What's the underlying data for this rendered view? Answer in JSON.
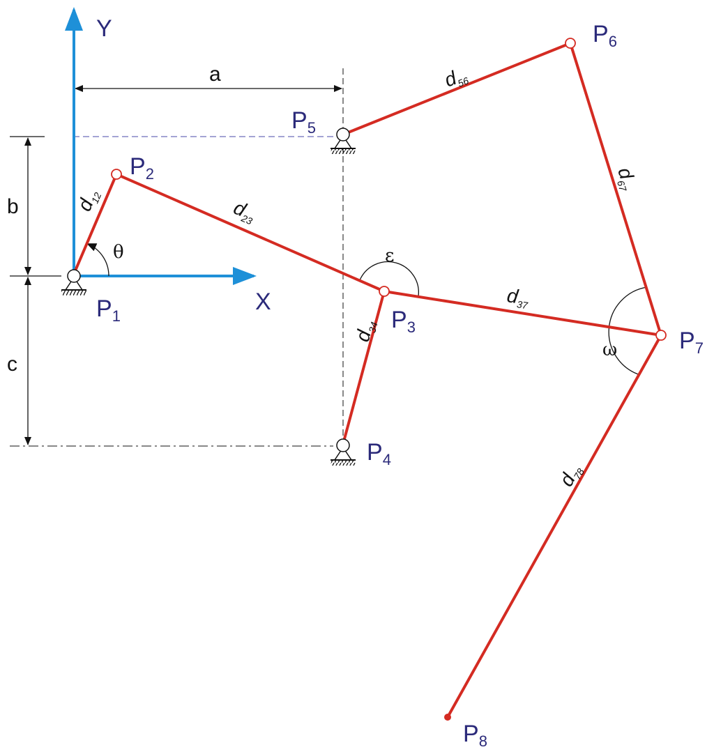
{
  "axes": {
    "x_label": "X",
    "y_label": "Y"
  },
  "dimensions": {
    "a": "a",
    "b": "b",
    "c": "c"
  },
  "angles": {
    "theta": "θ",
    "epsilon": "ε",
    "omega": "ω"
  },
  "points": {
    "p1": {
      "base": "P",
      "sub": "1"
    },
    "p2": {
      "base": "P",
      "sub": "2"
    },
    "p3": {
      "base": "P",
      "sub": "3"
    },
    "p4": {
      "base": "P",
      "sub": "4"
    },
    "p5": {
      "base": "P",
      "sub": "5"
    },
    "p6": {
      "base": "P",
      "sub": "6"
    },
    "p7": {
      "base": "P",
      "sub": "7"
    },
    "p8": {
      "base": "P",
      "sub": "8"
    }
  },
  "links": {
    "d12": {
      "base": "d",
      "sub": "12"
    },
    "d23": {
      "base": "d",
      "sub": "23"
    },
    "d34": {
      "base": "d",
      "sub": "34"
    },
    "d37": {
      "base": "d",
      "sub": "37"
    },
    "d56": {
      "base": "d",
      "sub": "56"
    },
    "d67": {
      "base": "d",
      "sub": "67"
    },
    "d78": {
      "base": "d",
      "sub": "78"
    }
  },
  "colors": {
    "link": "#d42b22",
    "axis": "#1e90d8",
    "label": "#2b2a7a"
  }
}
